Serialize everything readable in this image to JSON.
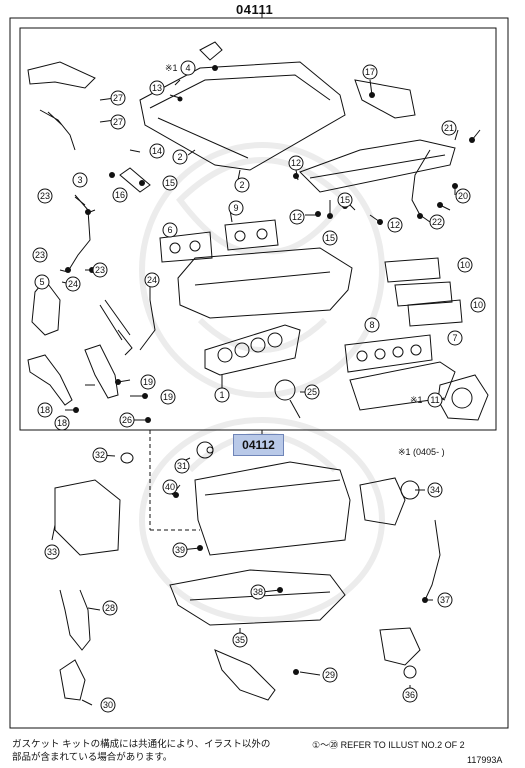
{
  "header": {
    "top_code": "04111",
    "mid_code": "04112"
  },
  "note_right": "※1 (0405-      )",
  "footer": {
    "jp_line1": "ガスケット キットの構成には共通化により、イラスト以外の",
    "jp_line2": "部品が含まれている場合があります。",
    "ref_text": "①～⑳ REFER TO ILLUST NO.2 OF 2",
    "illust_number": "117993A"
  },
  "callouts": [
    "1",
    "2",
    "3",
    "4",
    "5",
    "6",
    "7",
    "8",
    "9",
    "10",
    "11",
    "12",
    "13",
    "14",
    "15",
    "16",
    "17",
    "18",
    "19",
    "20",
    "21",
    "22",
    "23",
    "24",
    "25",
    "26",
    "27",
    "28",
    "29",
    "30",
    "31",
    "32",
    "33",
    "34",
    "35",
    "36",
    "37",
    "38",
    "39",
    "40"
  ],
  "asterisk_mark": "※1",
  "colors": {
    "line": "#111111",
    "highlight": "#b9c9e8",
    "highlight_border": "#6f85b8",
    "watermark": "#eeeeee"
  }
}
